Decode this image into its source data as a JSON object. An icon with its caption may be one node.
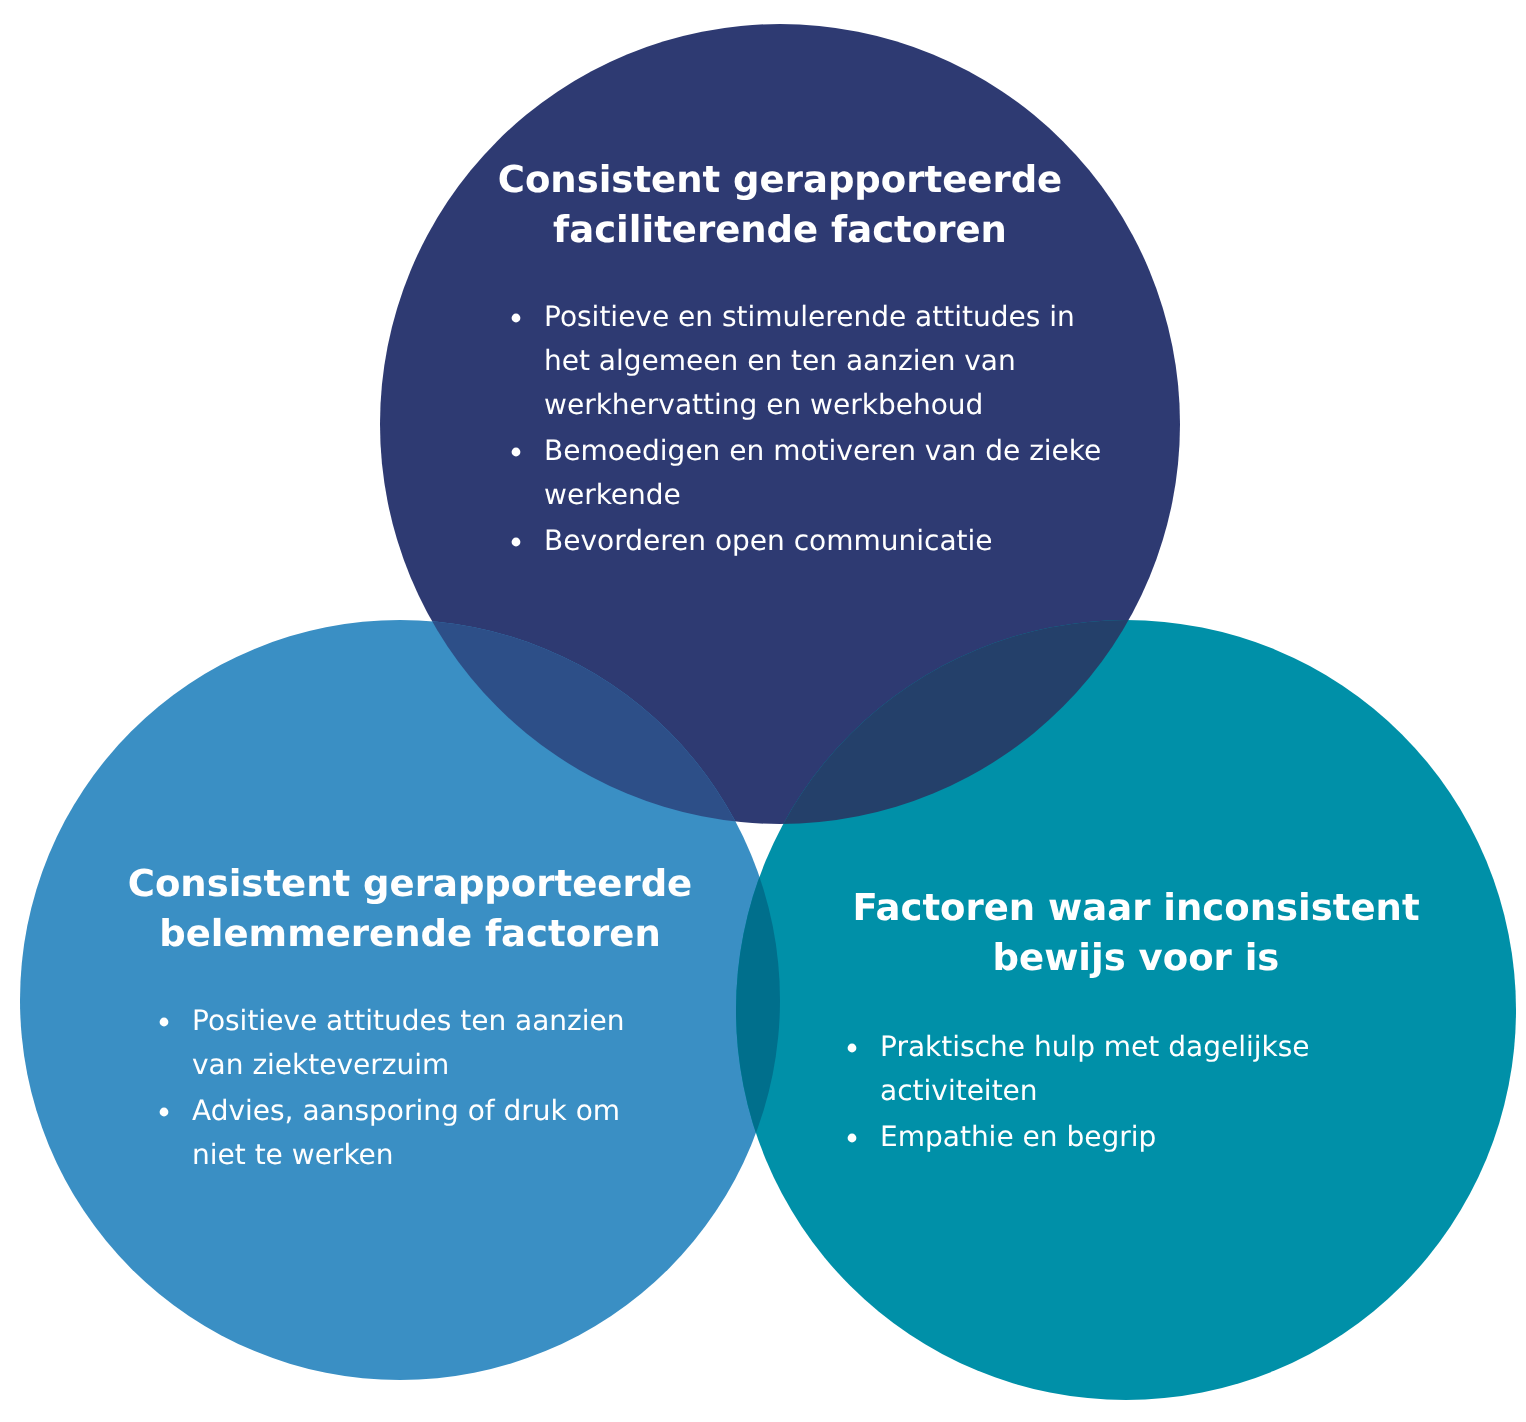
{
  "diagram": {
    "nodes": [
      {
        "text": [
          "Consistent gerapporteerde faciliterende factoren",
          "Positieve en stimulerende attitudes in het algemeen en ten aanzien van werkhervatting en werkbehoud",
          "Bemoedigen en motiveren van de zieke werkende",
          "Bevorderen open communicatie"
        ]
      },
      {
        "text": [
          "Consistent gerapporteerde belemmerende factoren",
          "Positieve attitudes ten aanzien van ziekteverzuim",
          "Advies, aansporing of druk om niet te werken"
        ]
      },
      {
        "text": [
          "Factoren waar inconsistent bewijs voor is",
          "Praktische hulp met dagelijkse activiteiten",
          "Empathie en begrip"
        ]
      }
    ]
  }
}
